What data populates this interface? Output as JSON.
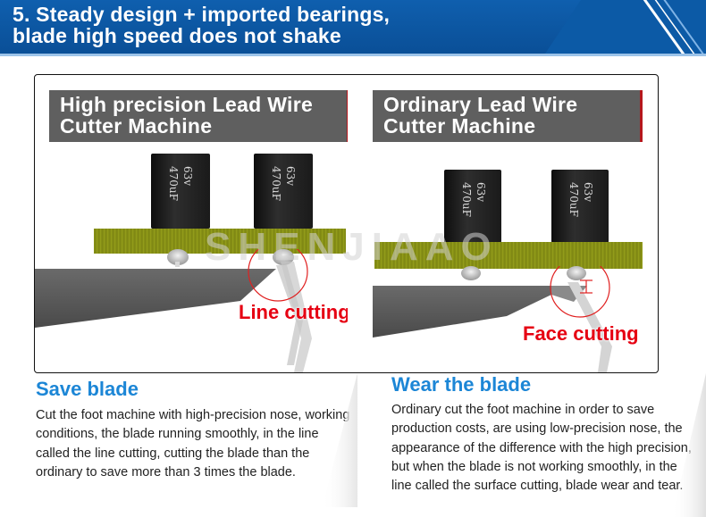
{
  "header": {
    "title_line1": "5. Steady design + imported bearings,",
    "title_line2": "blade high speed does not shake"
  },
  "left_panel": {
    "banner_line1": "High precision Lead Wire",
    "banner_line2": "Cutter Machine",
    "capacitors": [
      {
        "voltage": "63v",
        "capacitance": "470uF"
      },
      {
        "voltage": "63v",
        "capacitance": "470uF"
      }
    ],
    "cut_label": "Line cutting"
  },
  "right_panel": {
    "banner_line1": "Ordinary Lead Wire",
    "banner_line2": "Cutter Machine",
    "capacitors": [
      {
        "voltage": "63v",
        "capacitance": "470uF"
      },
      {
        "voltage": "63v",
        "capacitance": "470uF"
      }
    ],
    "cut_label": "Face cutting"
  },
  "watermark": "SHENJIAAO",
  "save_blade": {
    "title": "Save blade",
    "body": "Cut the foot machine with high-precision nose, working conditions, the blade running smoothly, in the line called the line cutting, cutting the blade than the ordinary to save more than 3 times the blade."
  },
  "wear_blade": {
    "title": "Wear the blade",
    "body": "Ordinary cut the foot machine in order to save production costs, are using low-precision nose, the appearance of the difference with the high precision, but when the blade is not working smoothly, in the line called the surface cutting, blade wear and tear."
  },
  "colors": {
    "header_blue": "#0a4f97",
    "banner_gray": "#5f5f5f",
    "accent_red": "#e60012",
    "title_blue": "#1c86d6",
    "pcb_green": "#8b9417"
  }
}
